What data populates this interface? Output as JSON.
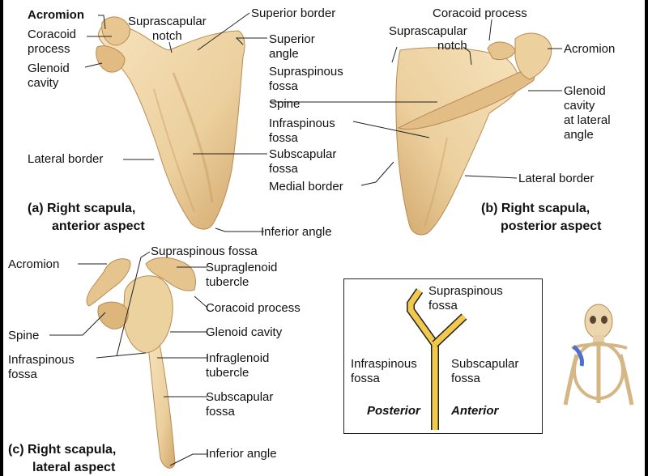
{
  "panel_a": {
    "labels": {
      "acromion": "Acromion",
      "coracoid": "Coracoid\nprocess",
      "glenoid": "Glenoid\ncavity",
      "suprascapular_notch": "Suprascapular\nnotch",
      "superior_border": "Superior border",
      "superior_angle": "Superior\nangle",
      "lateral_border": "Lateral border",
      "inferior_angle": "Inferior angle"
    },
    "caption_line1": "(a) Right scapula,",
    "caption_line2": "anterior aspect"
  },
  "middle_labels": {
    "supraspinous_fossa": "Supraspinous\nfossa",
    "spine": "Spine",
    "infraspinous_fossa": "Infraspinous\nfossa",
    "subscapular_fossa": "Subscapular\nfossa",
    "medial_border": "Medial border"
  },
  "panel_b": {
    "labels": {
      "coracoid": "Coracoid process",
      "suprascapular_notch": "Suprascapular\nnotch",
      "acromion": "Acromion",
      "glenoid": "Glenoid\ncavity\nat lateral\nangle",
      "lateral_border": "Lateral border"
    },
    "caption_line1": "(b) Right scapula,",
    "caption_line2": "posterior aspect"
  },
  "panel_c": {
    "labels": {
      "supraspinous_fossa": "Supraspinous fossa",
      "acromion": "Acromion",
      "supraglenoid": "Supraglenoid\ntubercle",
      "coracoid": "Coracoid process",
      "spine": "Spine",
      "glenoid": "Glenoid cavity",
      "infraspinous": "Infraspinous\nfossa",
      "infraglenoid": "Infraglenoid\ntubercle",
      "subscapular": "Subscapular\nfossa",
      "inferior_angle": "Inferior angle"
    },
    "caption_line1": "(c) Right scapula,",
    "caption_line2": "lateral aspect"
  },
  "inset": {
    "supraspinous": "Supraspinous\nfossa",
    "infraspinous": "Infraspinous\nfossa",
    "subscapular": "Subscapular\nfossa",
    "posterior": "Posterior",
    "anterior": "Anterior"
  },
  "colors": {
    "bone": "#edd2a0",
    "bone_shade": "#c99d63",
    "y_shape": "#f2c94c"
  }
}
